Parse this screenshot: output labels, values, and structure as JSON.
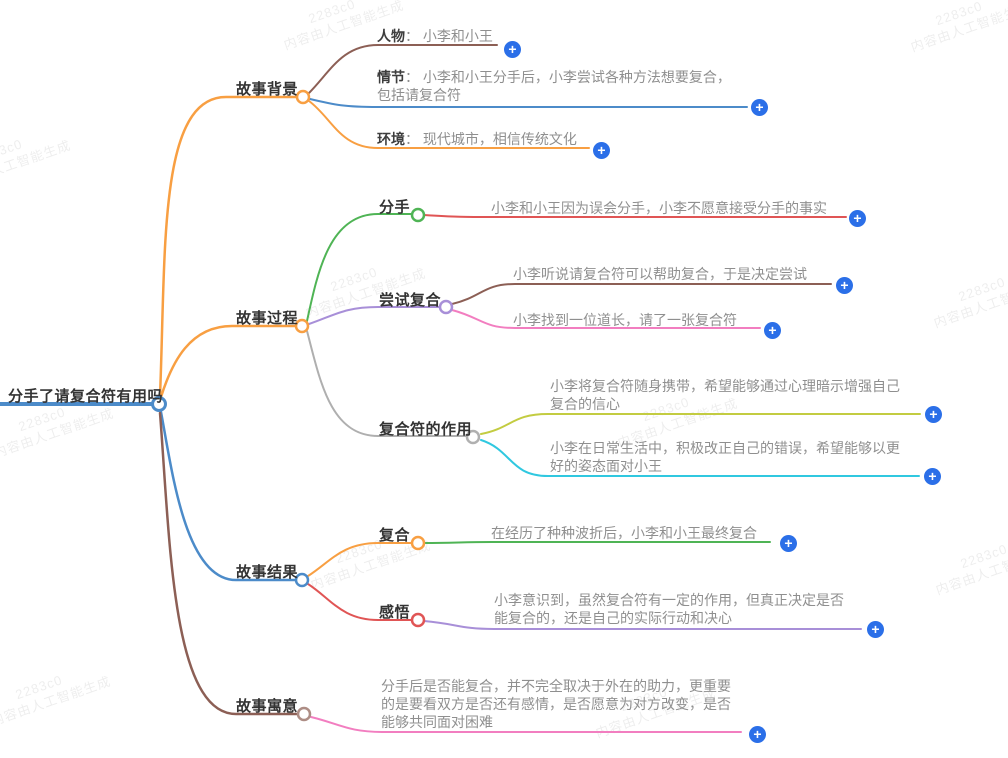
{
  "root": {
    "label": "分手了请复合符有用吗"
  },
  "branches": [
    {
      "label": "故事背景",
      "children": [
        {
          "label": "人物",
          "desc": "： 小李和小王"
        },
        {
          "label": "情节",
          "desc": "： 小李和小王分手后，小李尝试各种方法想要复合，包括请复合符"
        },
        {
          "label": "环境",
          "desc": "： 现代城市，相信传统文化"
        }
      ]
    },
    {
      "label": "故事过程",
      "children": [
        {
          "label": "分手",
          "children": [
            {
              "text": "小李和小王因为误会分手，小李不愿意接受分手的事实"
            }
          ]
        },
        {
          "label": "尝试复合",
          "children": [
            {
              "text": "小李听说请复合符可以帮助复合，于是决定尝试"
            },
            {
              "text": "小李找到一位道长，请了一张复合符"
            }
          ]
        },
        {
          "label": "复合符的作用",
          "children": [
            {
              "text": "小李将复合符随身携带，希望能够通过心理暗示增强自己复合的信心"
            },
            {
              "text": "小李在日常生活中，积极改正自己的错误，希望能够以更好的姿态面对小王"
            }
          ]
        }
      ]
    },
    {
      "label": "故事结果",
      "children": [
        {
          "label": "复合",
          "children": [
            {
              "text": "在经历了种种波折后，小李和小王最终复合"
            }
          ]
        },
        {
          "label": "感悟",
          "children": [
            {
              "text": "小李意识到，虽然复合符有一定的作用，但真正决定是否能复合的，还是自己的实际行动和决心"
            }
          ]
        }
      ]
    },
    {
      "label": "故事寓意",
      "children": [
        {
          "text": "分手后是否能复合，并不完全取决于外在的助力，更重要的是要看双方是否还有感情，是否愿意为对方改变，是否能够共同面对困难"
        }
      ]
    }
  ],
  "icons": {
    "plus": "+"
  },
  "watermark": {
    "line1": "2283c0",
    "line2": "内容由人工智能生成"
  },
  "colors": {
    "orange": "#F89F42",
    "blue": "#4C8BC9",
    "brown": "#8C5F55",
    "green": "#4FB455",
    "red": "#E05555",
    "purple": "#A88FD8",
    "pink": "#F27EC0",
    "gray": "#AFAFAF",
    "yellowgreen": "#C3CC41",
    "cyan": "#30C8E0",
    "plus_button": "#2B6FE8",
    "label_text": "#333333",
    "body_text": "#8F8F8F"
  }
}
